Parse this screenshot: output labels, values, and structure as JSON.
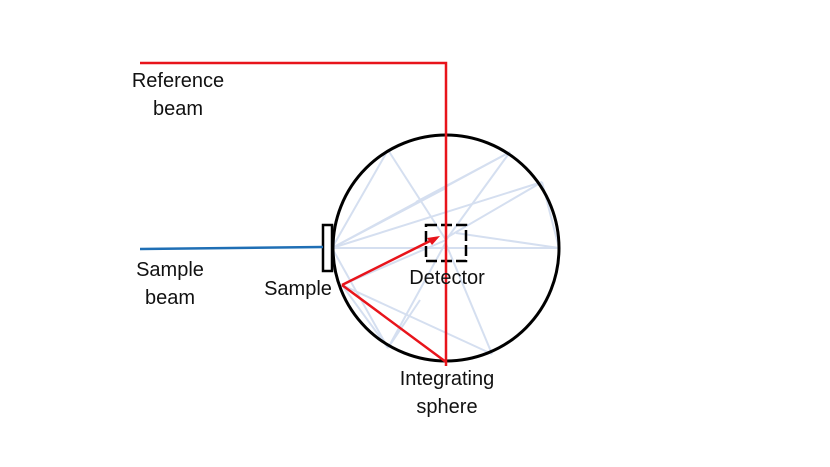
{
  "labels": {
    "reference_beam": [
      "Reference",
      "beam"
    ],
    "sample_beam": [
      "Sample",
      "beam"
    ],
    "sample": "Sample",
    "detector": "Detector",
    "integrating_sphere": [
      "Integrating",
      "sphere"
    ]
  },
  "colors": {
    "reference_beam": "#e8141b",
    "sample_beam": "#1f6fb5",
    "scatter": "#d5dff0",
    "outline": "#000000"
  }
}
